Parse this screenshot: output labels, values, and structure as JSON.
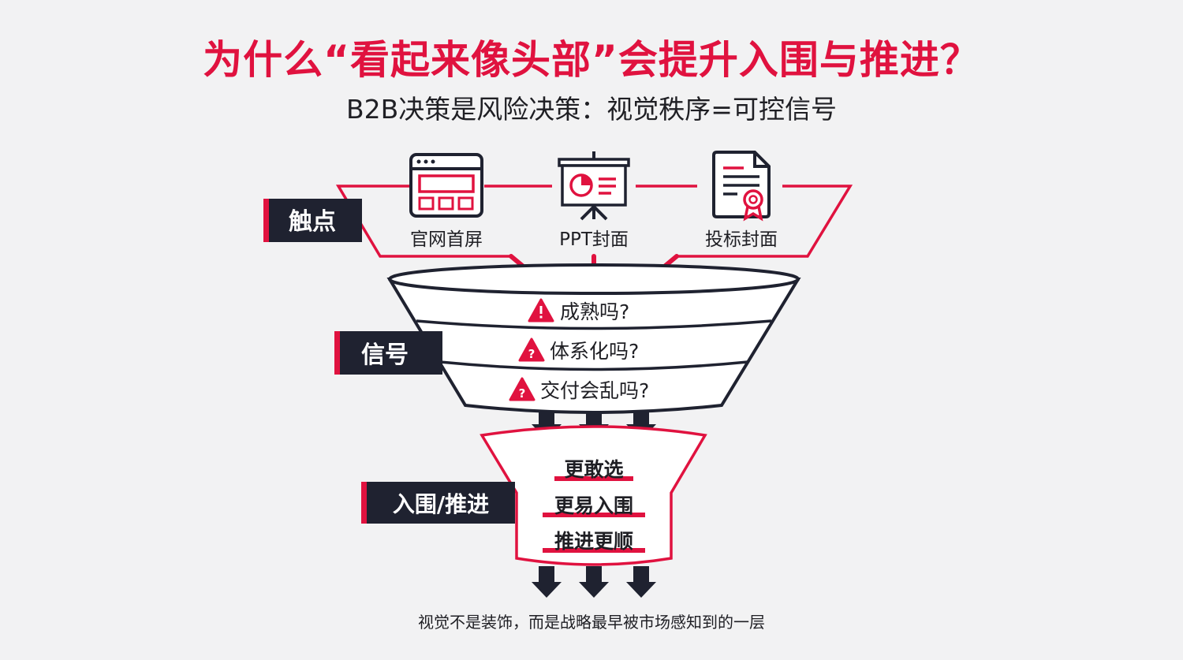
{
  "title": "为什么“看起来像头部”会提升入围与推进？",
  "subtitle": "B2B决策是风险决策：视觉秩序=可控信号",
  "footer": "视觉不是装饰，而是战略最早被市场感知到的一层",
  "colors": {
    "accent": "#e0123f",
    "dark": "#1f2230",
    "background": "#f2f2f3"
  },
  "stages": {
    "touchpoints": {
      "label": "触点",
      "items": [
        {
          "label": "官网首屏",
          "icon": "website-window-icon"
        },
        {
          "label": "PPT封面",
          "icon": "presentation-board-icon"
        },
        {
          "label": "投标封面",
          "icon": "certificate-document-icon"
        }
      ]
    },
    "signals": {
      "label": "信号",
      "questions": [
        "成熟吗?",
        "体系化吗?",
        "交付会乱吗?"
      ]
    },
    "outcome": {
      "label": "入围/推进",
      "results": [
        "更敢选",
        "更易入围",
        "推进更顺"
      ]
    }
  }
}
